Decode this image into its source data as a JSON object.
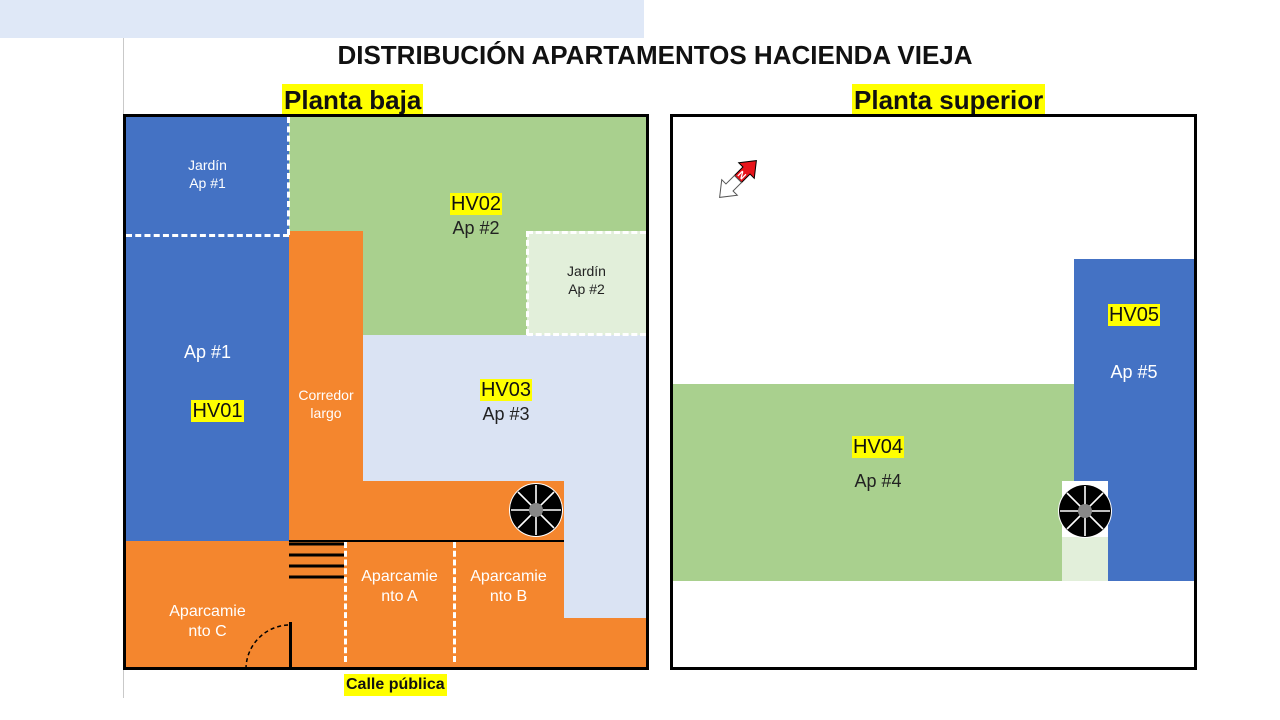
{
  "title": "DISTRIBUCIÓN APARTAMENTOS HACIENDA VIEJA",
  "ground_floor": {
    "title": "Planta baja",
    "jardin_ap1": [
      "Jardín",
      "Ap #1"
    ],
    "ap1": {
      "name": "Ap #1",
      "code": "HV01"
    },
    "ap2": {
      "code": "HV02",
      "name": "Ap #2"
    },
    "jardin_ap2": [
      "Jardín",
      "Ap #2"
    ],
    "corridor": [
      "Corredor",
      "largo"
    ],
    "ap3": {
      "code": "HV03",
      "name": "Ap #3"
    },
    "parking_a": [
      "Aparcamie",
      "nto A"
    ],
    "parking_b": [
      "Aparcamie",
      "nto B"
    ],
    "parking_c": [
      "Aparcamie",
      "nto C"
    ],
    "street": "Calle pública"
  },
  "upper_floor": {
    "title": "Planta superior",
    "compass_letter": "N",
    "ap4": {
      "code": "HV04",
      "name": "Ap #4"
    },
    "ap5": {
      "code": "HV05",
      "name": "Ap #5"
    }
  },
  "colors": {
    "blue": "#4472c4",
    "green": "#a9d08e",
    "light_green": "#e2efda",
    "orange": "#f4862e",
    "light_blue": "#dae3f3",
    "highlight": "#ffff00"
  },
  "icons": [
    "spiral-staircase-icon",
    "north-compass-icon",
    "stairs-icon",
    "door-swing-icon"
  ]
}
